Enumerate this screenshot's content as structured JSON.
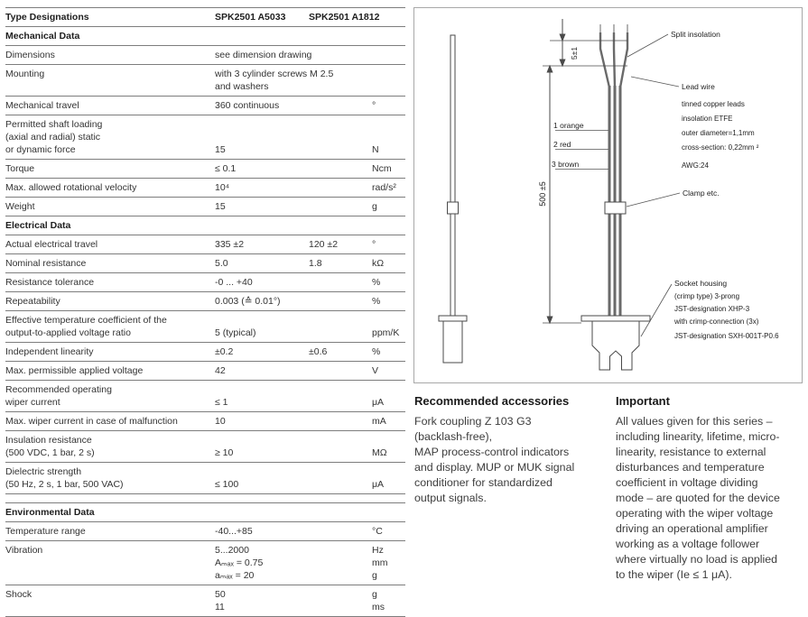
{
  "table": {
    "header": {
      "col1": "Type Designations",
      "col2": "SPK2501 A5033",
      "col3": "SPK2501 A1812",
      "unit": ""
    },
    "sections": [
      {
        "title": "Mechanical Data",
        "rows": [
          {
            "param": "Dimensions",
            "v1": "see dimension drawing",
            "v2": "",
            "unit": ""
          },
          {
            "param": "Mounting",
            "v1": "with 3 cylinder screws M 2.5\nand washers",
            "v2": "",
            "unit": ""
          },
          {
            "param": "Mechanical travel",
            "v1": "360 continuous",
            "v2": "",
            "unit": "°"
          },
          {
            "param": "Permitted shaft loading\n(axial and radial) static\nor dynamic force",
            "v1": "15",
            "v2": "",
            "unit": "N"
          },
          {
            "param": "Torque",
            "v1": "≤ 0.1",
            "v2": "",
            "unit": "Ncm"
          },
          {
            "param": "Max. allowed rotational velocity",
            "v1": "10⁴",
            "v2": "",
            "unit": "rad/s²"
          },
          {
            "param": "Weight",
            "v1": "15",
            "v2": "",
            "unit": "g"
          }
        ]
      },
      {
        "title": "Electrical Data",
        "rows": [
          {
            "param": "Actual electrical travel",
            "v1": "335 ±2",
            "v2": "120 ±2",
            "unit": "°"
          },
          {
            "param": "Nominal resistance",
            "v1": "5.0",
            "v2": "1.8",
            "unit": "kΩ"
          },
          {
            "param": "Resistance tolerance",
            "v1": "-0 ... +40",
            "v2": "",
            "unit": "%"
          },
          {
            "param": "Repeatability",
            "v1": "0.003 (≙ 0.01°)",
            "v2": "",
            "unit": "%"
          },
          {
            "param": "Effective temperature coefficient of the\noutput-to-applied voltage ratio",
            "v1": "5 (typical)",
            "v2": "",
            "unit": "ppm/K"
          },
          {
            "param": "Independent linearity",
            "v1": "±0.2",
            "v2": "±0.6",
            "unit": "%"
          },
          {
            "param": "Max. permissible applied voltage",
            "v1": "42",
            "v2": "",
            "unit": "V"
          },
          {
            "param": "Recommended operating\nwiper current",
            "v1": "≤ 1",
            "v2": "",
            "unit": "μA"
          },
          {
            "param": "Max. wiper current in case of malfunction",
            "v1": "10",
            "v2": "",
            "unit": "mA"
          },
          {
            "param": "Insulation resistance\n(500 VDC, 1 bar, 2 s)",
            "v1": "≥ 10",
            "v2": "",
            "unit": "MΩ"
          },
          {
            "param": "Dielectric strength\n(50 Hz, 2 s, 1 bar, 500 VAC)",
            "v1": "≤ 100",
            "v2": "",
            "unit": "μA"
          }
        ]
      },
      {
        "title": "Environmental Data",
        "rows": [
          {
            "param": "Temperature range",
            "v1": "-40...+85",
            "v2": "",
            "unit": "°C"
          },
          {
            "param": "Vibration",
            "v1": "5...2000\nAₘₐₓ = 0.75\naₘₐₓ = 20",
            "v2": "",
            "unit": "Hz\nmm\ng"
          },
          {
            "param": "Shock",
            "v1": "50\n11",
            "v2": "",
            "unit": "g\nms"
          }
        ]
      }
    ]
  },
  "diagram": {
    "dim_cable_length": "500 ±5",
    "dim_split_length": "5±1",
    "split_insulation_label": "Split insolation",
    "lead_wire_label": "Lead wire",
    "lead_wire_details": [
      "tinned copper leads",
      "insolation ETFE",
      "outer diameter=1,1mm",
      "cross-section: 0,22mm ²",
      "AWG:24"
    ],
    "wire_labels": [
      "1 orange",
      "2 red",
      "3 brown"
    ],
    "clamp_label": "Clamp etc.",
    "socket_housing_label": "Socket housing",
    "socket_details": [
      "(crimp type) 3-prong",
      "JST-designation XHP-3",
      "with crimp-connection (3x)",
      "JST-designation SXH-001T-P0.6"
    ]
  },
  "accessories": {
    "title": "Recommended accessories",
    "body": "Fork coupling Z 103 G3\n(backlash-free),\nMAP process-control indicators\nand display. MUP or MUK signal\nconditioner for standardized\noutput signals."
  },
  "important": {
    "title": "Important",
    "body": "All values given for this series –\nincluding linearity, lifetime, micro-\nlinearity, resistance to external\ndisturbances and temperature\ncoefficient in voltage dividing\nmode – are quoted for the device\noperating with the wiper voltage\ndriving an operational amplifier\nworking as a voltage follower\nwhere virtually no load is applied\nto the wiper (Ie ≤ 1 μA)."
  }
}
